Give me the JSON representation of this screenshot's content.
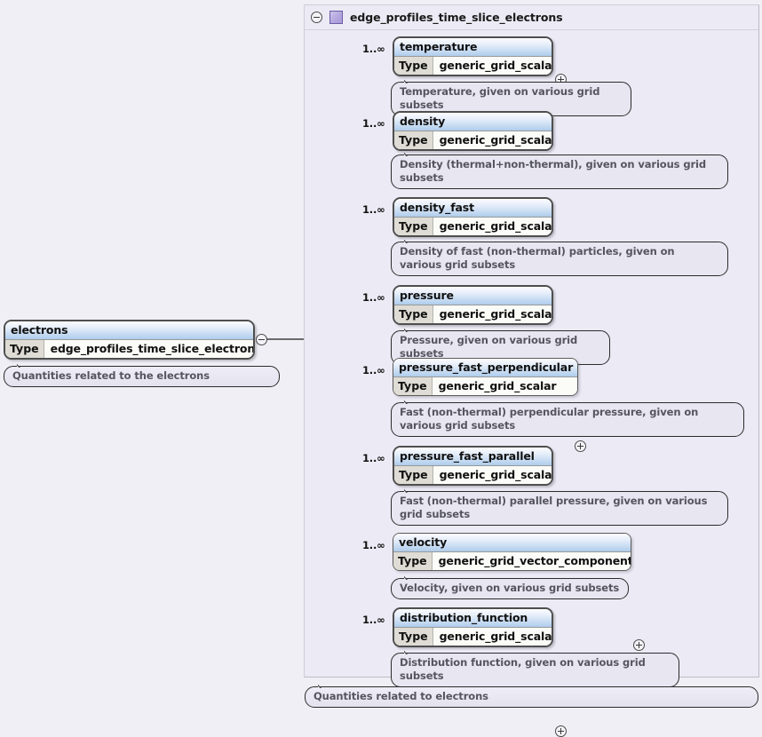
{
  "diagram": {
    "type": "xsd-schema-tree",
    "root": {
      "name": "electrons",
      "type_label": "Type",
      "type_value": "edge_profiles_time_slice_electrons",
      "annotation": "Quantities related to the electrons",
      "collapse_icon": "minus-circle-icon"
    },
    "container": {
      "title": "edge_profiles_time_slice_electrons",
      "collapse_icon": "minus-circle-icon",
      "type_icon": "complex-type-square-icon",
      "compositor_icon": "sequence-icon",
      "annotation": "Quantities related to electrons"
    },
    "children": [
      {
        "occurrence": "1..∞",
        "name": "temperature",
        "type_label": "Type",
        "type_value": "generic_grid_scalar",
        "annotation": "Temperature, given on various grid subsets",
        "expand_icon": "plus-circle-icon"
      },
      {
        "occurrence": "1..∞",
        "name": "density",
        "type_label": "Type",
        "type_value": "generic_grid_scalar",
        "annotation": "Density (thermal+non-thermal), given on various grid subsets",
        "expand_icon": "plus-circle-icon"
      },
      {
        "occurrence": "1..∞",
        "name": "density_fast",
        "type_label": "Type",
        "type_value": "generic_grid_scalar",
        "annotation": "Density of fast (non-thermal) particles, given on various grid subsets",
        "expand_icon": "plus-circle-icon"
      },
      {
        "occurrence": "1..∞",
        "name": "pressure",
        "type_label": "Type",
        "type_value": "generic_grid_scalar",
        "annotation": "Pressure, given on various grid subsets",
        "expand_icon": "plus-circle-icon"
      },
      {
        "occurrence": "1..∞",
        "name": "pressure_fast_perpendicular",
        "type_label": "Type",
        "type_value": "generic_grid_scalar",
        "annotation": "Fast (non-thermal) perpendicular pressure, given on various grid subsets",
        "expand_icon": "plus-circle-icon"
      },
      {
        "occurrence": "1..∞",
        "name": "pressure_fast_parallel",
        "type_label": "Type",
        "type_value": "generic_grid_scalar",
        "annotation": "Fast (non-thermal) parallel pressure, given on various grid subsets",
        "expand_icon": "plus-circle-icon"
      },
      {
        "occurrence": "1..∞",
        "name": "velocity",
        "type_label": "Type",
        "type_value": "generic_grid_vector_components",
        "annotation": "Velocity, given on various grid subsets",
        "expand_icon": "plus-circle-icon"
      },
      {
        "occurrence": "1..∞",
        "name": "distribution_function",
        "type_label": "Type",
        "type_value": "generic_grid_scalar",
        "annotation": "Distribution function, given on various grid subsets",
        "expand_icon": "plus-circle-icon"
      }
    ],
    "colors": {
      "page_background": "#f0eff5",
      "panel_background": "#eceaf4",
      "node_header_blue": "#b9d3ef",
      "annotation_background": "#e8e6f0",
      "compositor_yellow": "#f6f3c8",
      "type_icon_purple": "#b4a7df"
    }
  }
}
